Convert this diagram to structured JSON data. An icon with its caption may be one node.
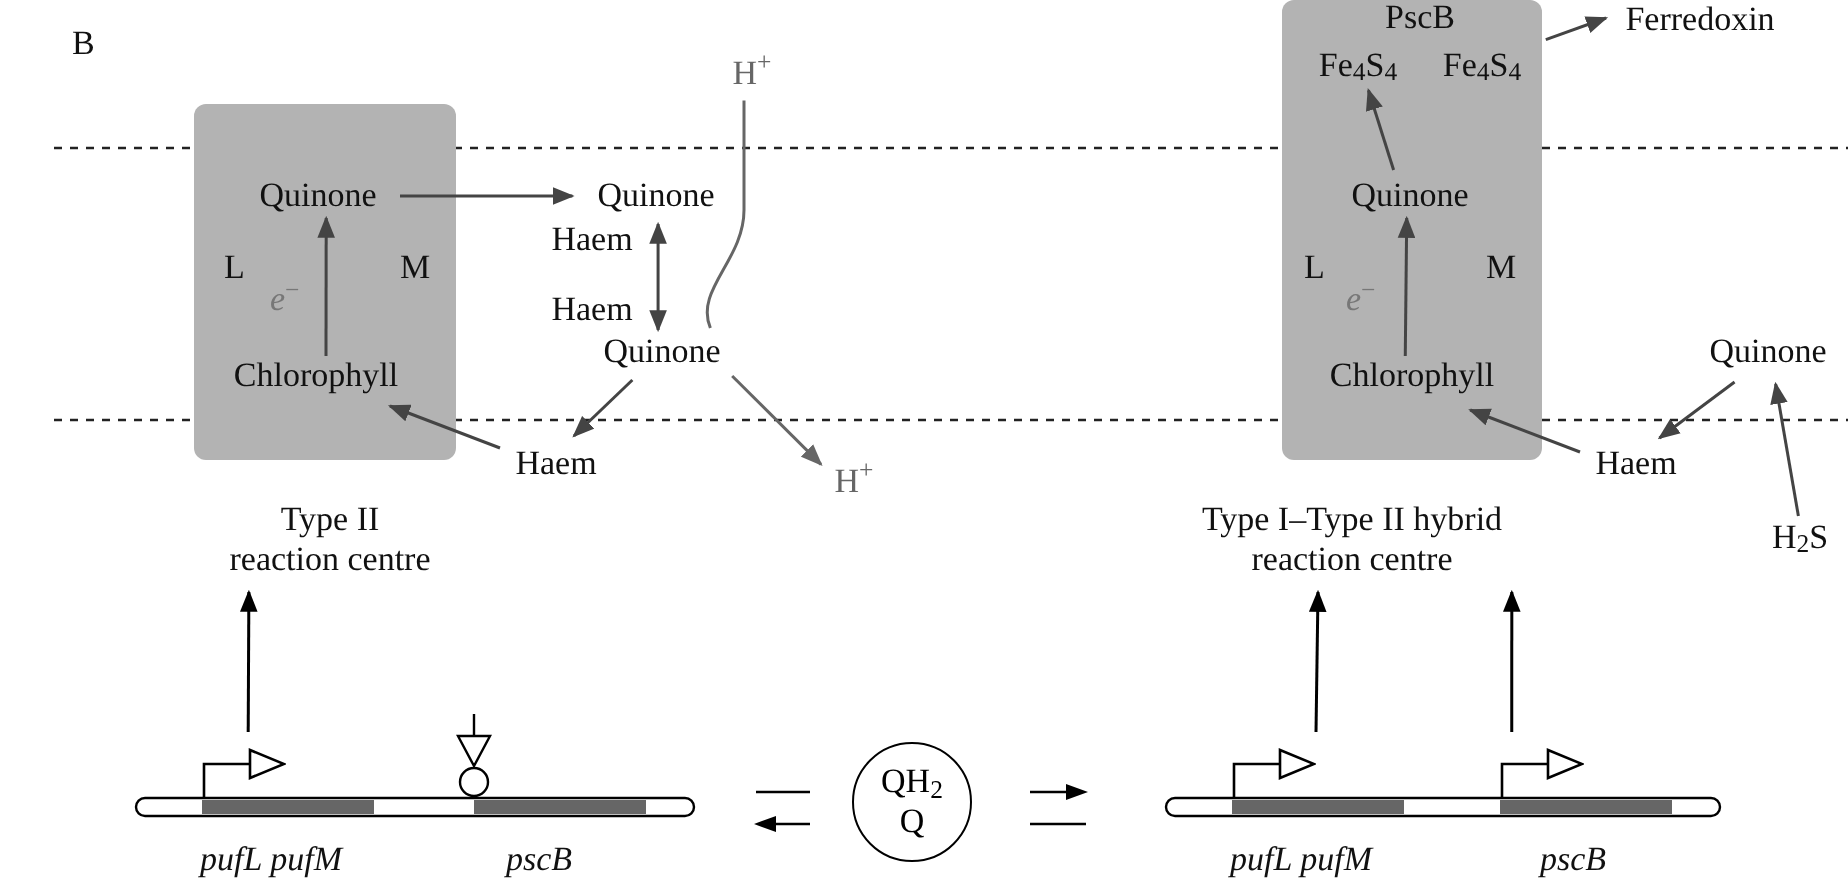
{
  "diagram": {
    "nodes": [
      {
        "text": [],
        "shape": "box"
      },
      {
        "text": [
          "Quinone"
        ],
        "in": 0
      },
      {
        "text": [
          "Chlorophyll"
        ],
        "in": 0
      },
      {
        "text": [
          "Quinone"
        ]
      },
      {
        "text": [
          "Haem"
        ]
      },
      {
        "text": [
          "Haem"
        ]
      },
      {
        "text": [
          "Quinone"
        ]
      },
      {
        "text": [
          "Haem"
        ]
      },
      {
        "text": [
          "H$^{+}$"
        ]
      },
      {
        "text": [
          "H$^{+}$"
        ]
      },
      {
        "text": [
          "Type II reaction centre"
        ]
      },
      {
        "text": [],
        "shape": "box"
      },
      {
        "text": [
          "PscB"
        ],
        "in": 11
      },
      {
        "text": [
          "Fe$_{4}$S$_{4}$"
        ],
        "in": 11
      },
      {
        "text": [
          "Fe$_{4}$S$_{4}$"
        ],
        "in": 11
      },
      {
        "text": [
          "Quinone"
        ],
        "in": 11
      },
      {
        "text": [
          "Chlorophyll"
        ],
        "in": 11
      },
      {
        "text": [
          "Ferredoxin"
        ]
      },
      {
        "text": [
          "Haem"
        ]
      },
      {
        "text": [
          "Quinone"
        ]
      },
      {
        "text": [
          "H$_{2}$S"
        ]
      },
      {
        "text": [
          "Type I–Type II hybrid reaction centre"
        ]
      },
      {
        "text": [],
        "shape": "flag"
      },
      {
        "text": [
          "QH$_{2}$",
          "Q"
        ]
      },
      {
        "text": [],
        "shape": "flag"
      },
      {
        "text": [],
        "shape": "flag"
      }
    ],
    "edges": [
      {
        "from": 2,
        "to": 1,
        "arrow": "to"
      },
      {
        "from": 1,
        "to": 3,
        "arrow": "to"
      },
      {
        "from": 4,
        "to": 5,
        "arrow": "both"
      },
      {
        "from": 6,
        "to": 7,
        "arrow": "to"
      },
      {
        "from": 7,
        "to": 2,
        "arrow": "to"
      },
      {
        "from": 6,
        "to": 9,
        "arrow": "to",
        "color": "#666666"
      },
      {
        "from": 8,
        "to": 6,
        "arrow": "none",
        "color": "#666666"
      },
      {
        "from": 16,
        "to": 15,
        "arrow": "to"
      },
      {
        "from": 15,
        "to": 13,
        "arrow": "to"
      },
      {
        "from": 14,
        "to": 17,
        "arrow": "to"
      },
      {
        "from": 18,
        "to": 16,
        "arrow": "to"
      },
      {
        "from": 19,
        "to": 18,
        "arrow": "to"
      },
      {
        "from": 20,
        "to": 19,
        "arrow": "to"
      },
      {
        "from": 22,
        "to": 10,
        "arrow": "to",
        "color": "#000000"
      },
      {
        "from": 24,
        "to": 21,
        "arrow": "to",
        "color": "#000000"
      },
      {
        "from": 25,
        "to": 21,
        "arrow": "to",
        "color": "#000000"
      }
    ],
    "labels": [
      "B",
      "L",
      "M",
      "*e*$^{−}$",
      "L",
      "M",
      "*e*$^{−}$",
      "pufL pufM",
      "pscB",
      "pufL pufM",
      "pscB"
    ]
  }
}
